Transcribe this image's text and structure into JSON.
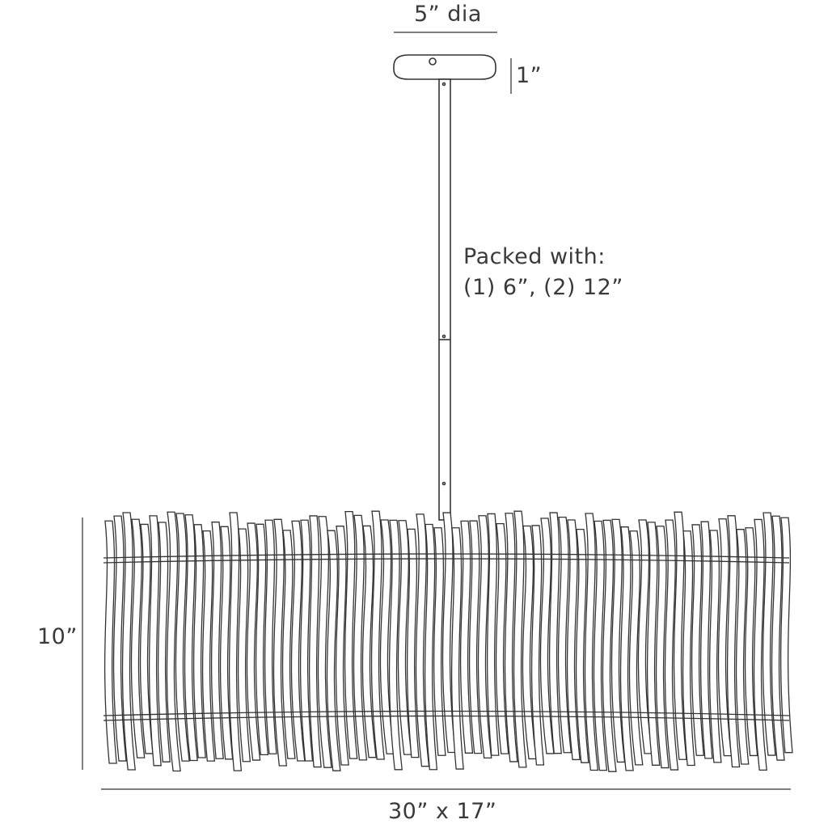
{
  "dimensions": {
    "canopy_diameter": "5” dia",
    "canopy_height": "1”",
    "shade_height": "10”",
    "shade_size": "30” x 17”"
  },
  "note": {
    "line1": "Packed with:",
    "line2": "(1) 6”, (2) 12”"
  },
  "colors": {
    "line": "#3a3a3a"
  }
}
